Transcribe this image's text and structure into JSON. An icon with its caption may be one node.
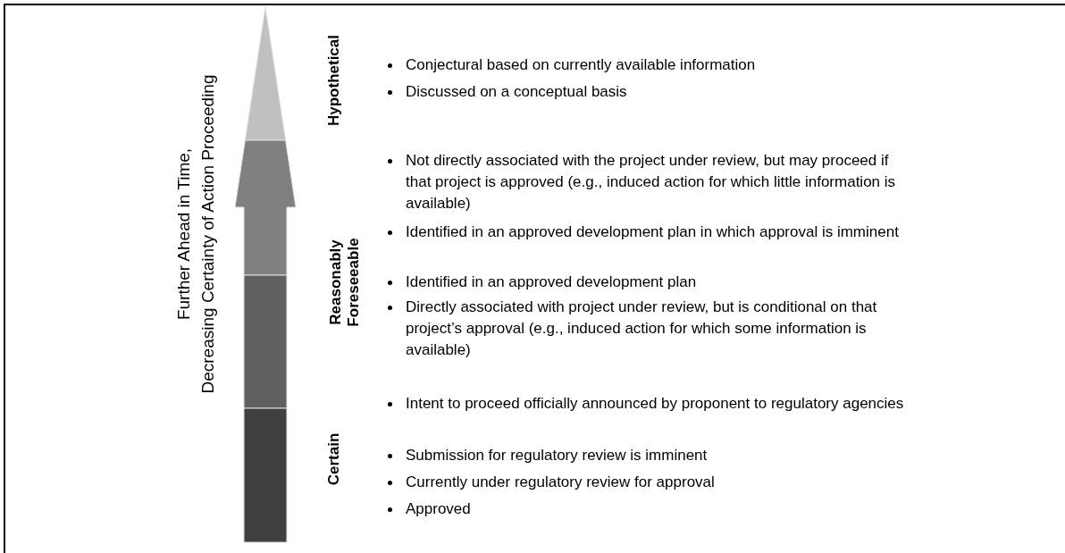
{
  "diagram": {
    "labels": [
      "Further Ahead in Time, Decreasing Certainty of Action Proceeding",
      "Hypothetical",
      "Conjectural based on currently available information",
      "Discussed on a conceptual basis",
      "Reasonably Foreseeable",
      "Not directly associated with the project under review, but may proceed if that project is approved (e.g., induced action for which little information is available)",
      "Identified in an approved development plan in which approval is imminent",
      "Identified in an approved development plan",
      "Directly associated with project under review, but is conditional on that project’s approval (e.g., induced action for which some information is available)",
      "Certain",
      "Intent to proceed officially announced by proponent to regulatory agencies",
      "Submission for regulatory review is imminent",
      "Currently under regulatory review for approval",
      "Approved"
    ]
  }
}
